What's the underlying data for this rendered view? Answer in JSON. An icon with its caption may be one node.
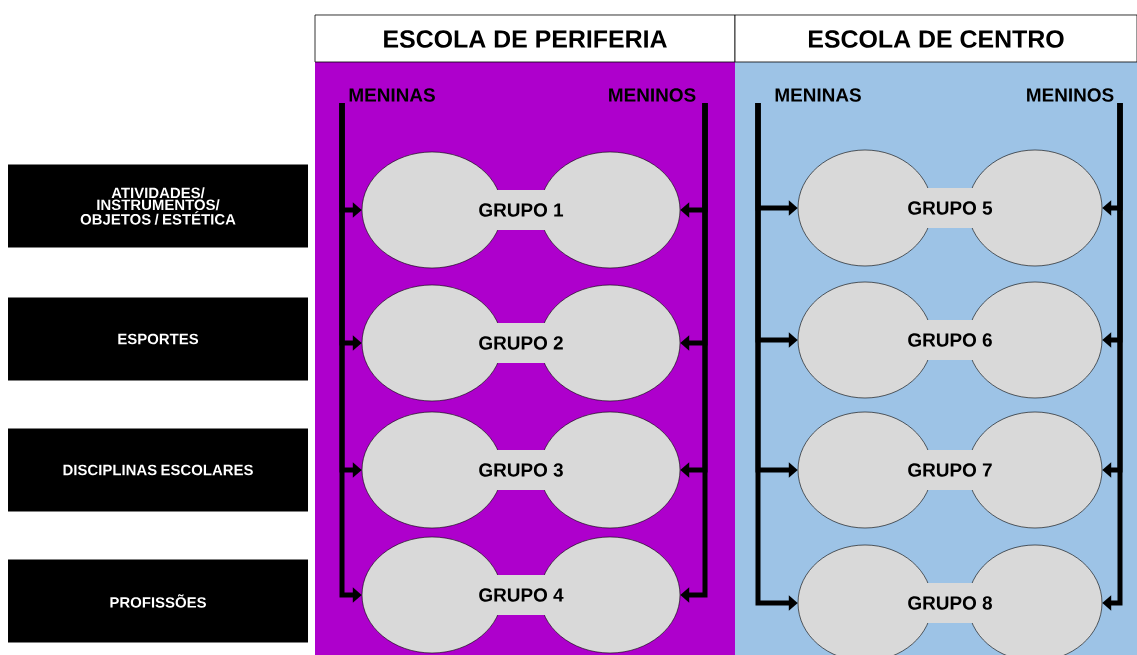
{
  "diagram": {
    "nodes": [
      {
        "text": [
          "ESCOLA DE PERIFERIA"
        ]
      },
      {
        "text": [
          "MENINAS"
        ],
        "in": 0
      },
      {
        "text": [
          "MENINOS"
        ],
        "in": 0
      },
      {
        "text": [
          "GRUPO 1"
        ],
        "in": 0
      },
      {
        "text": [
          "GRUPO 2"
        ],
        "in": 0
      },
      {
        "text": [
          "GRUPO 3"
        ],
        "in": 0
      },
      {
        "text": [
          "GRUPO 4"
        ],
        "in": 0
      },
      {
        "text": [
          "ESCOLA DE CENTRO"
        ]
      },
      {
        "text": [
          "MENINAS"
        ],
        "in": 7
      },
      {
        "text": [
          "MENINOS"
        ],
        "in": 7
      },
      {
        "text": [
          "GRUPO 5"
        ],
        "in": 7
      },
      {
        "text": [
          "GRUPO 6"
        ],
        "in": 7
      },
      {
        "text": [
          "GRUPO 7"
        ],
        "in": 7
      },
      {
        "text": [
          "GRUPO 8"
        ],
        "in": 7
      },
      {
        "text": [
          "ATIVIDADES/ INSTRUMENTOS/ OBJETOS / ESTÉTICA"
        ]
      },
      {
        "text": [
          "ESPORTES"
        ]
      },
      {
        "text": [
          "DISCIPLINAS ESCOLARES"
        ]
      },
      {
        "text": [
          "PROFISSÕES"
        ]
      }
    ],
    "edges": [
      {
        "from": 1,
        "to": 3,
        "arrow": "to"
      },
      {
        "from": 1,
        "to": 4,
        "arrow": "to"
      },
      {
        "from": 1,
        "to": 5,
        "arrow": "to"
      },
      {
        "from": 1,
        "to": 6,
        "arrow": "to"
      },
      {
        "from": 2,
        "to": 3,
        "arrow": "to"
      },
      {
        "from": 2,
        "to": 4,
        "arrow": "to"
      },
      {
        "from": 2,
        "to": 5,
        "arrow": "to"
      },
      {
        "from": 2,
        "to": 6,
        "arrow": "to"
      },
      {
        "from": 8,
        "to": 10,
        "arrow": "to"
      },
      {
        "from": 8,
        "to": 11,
        "arrow": "to"
      },
      {
        "from": 8,
        "to": 12,
        "arrow": "to"
      },
      {
        "from": 8,
        "to": 13,
        "arrow": "to"
      },
      {
        "from": 9,
        "to": 10,
        "arrow": "to"
      },
      {
        "from": 9,
        "to": 11,
        "arrow": "to"
      },
      {
        "from": 9,
        "to": 12,
        "arrow": "to"
      },
      {
        "from": 9,
        "to": 13,
        "arrow": "to"
      }
    ]
  }
}
